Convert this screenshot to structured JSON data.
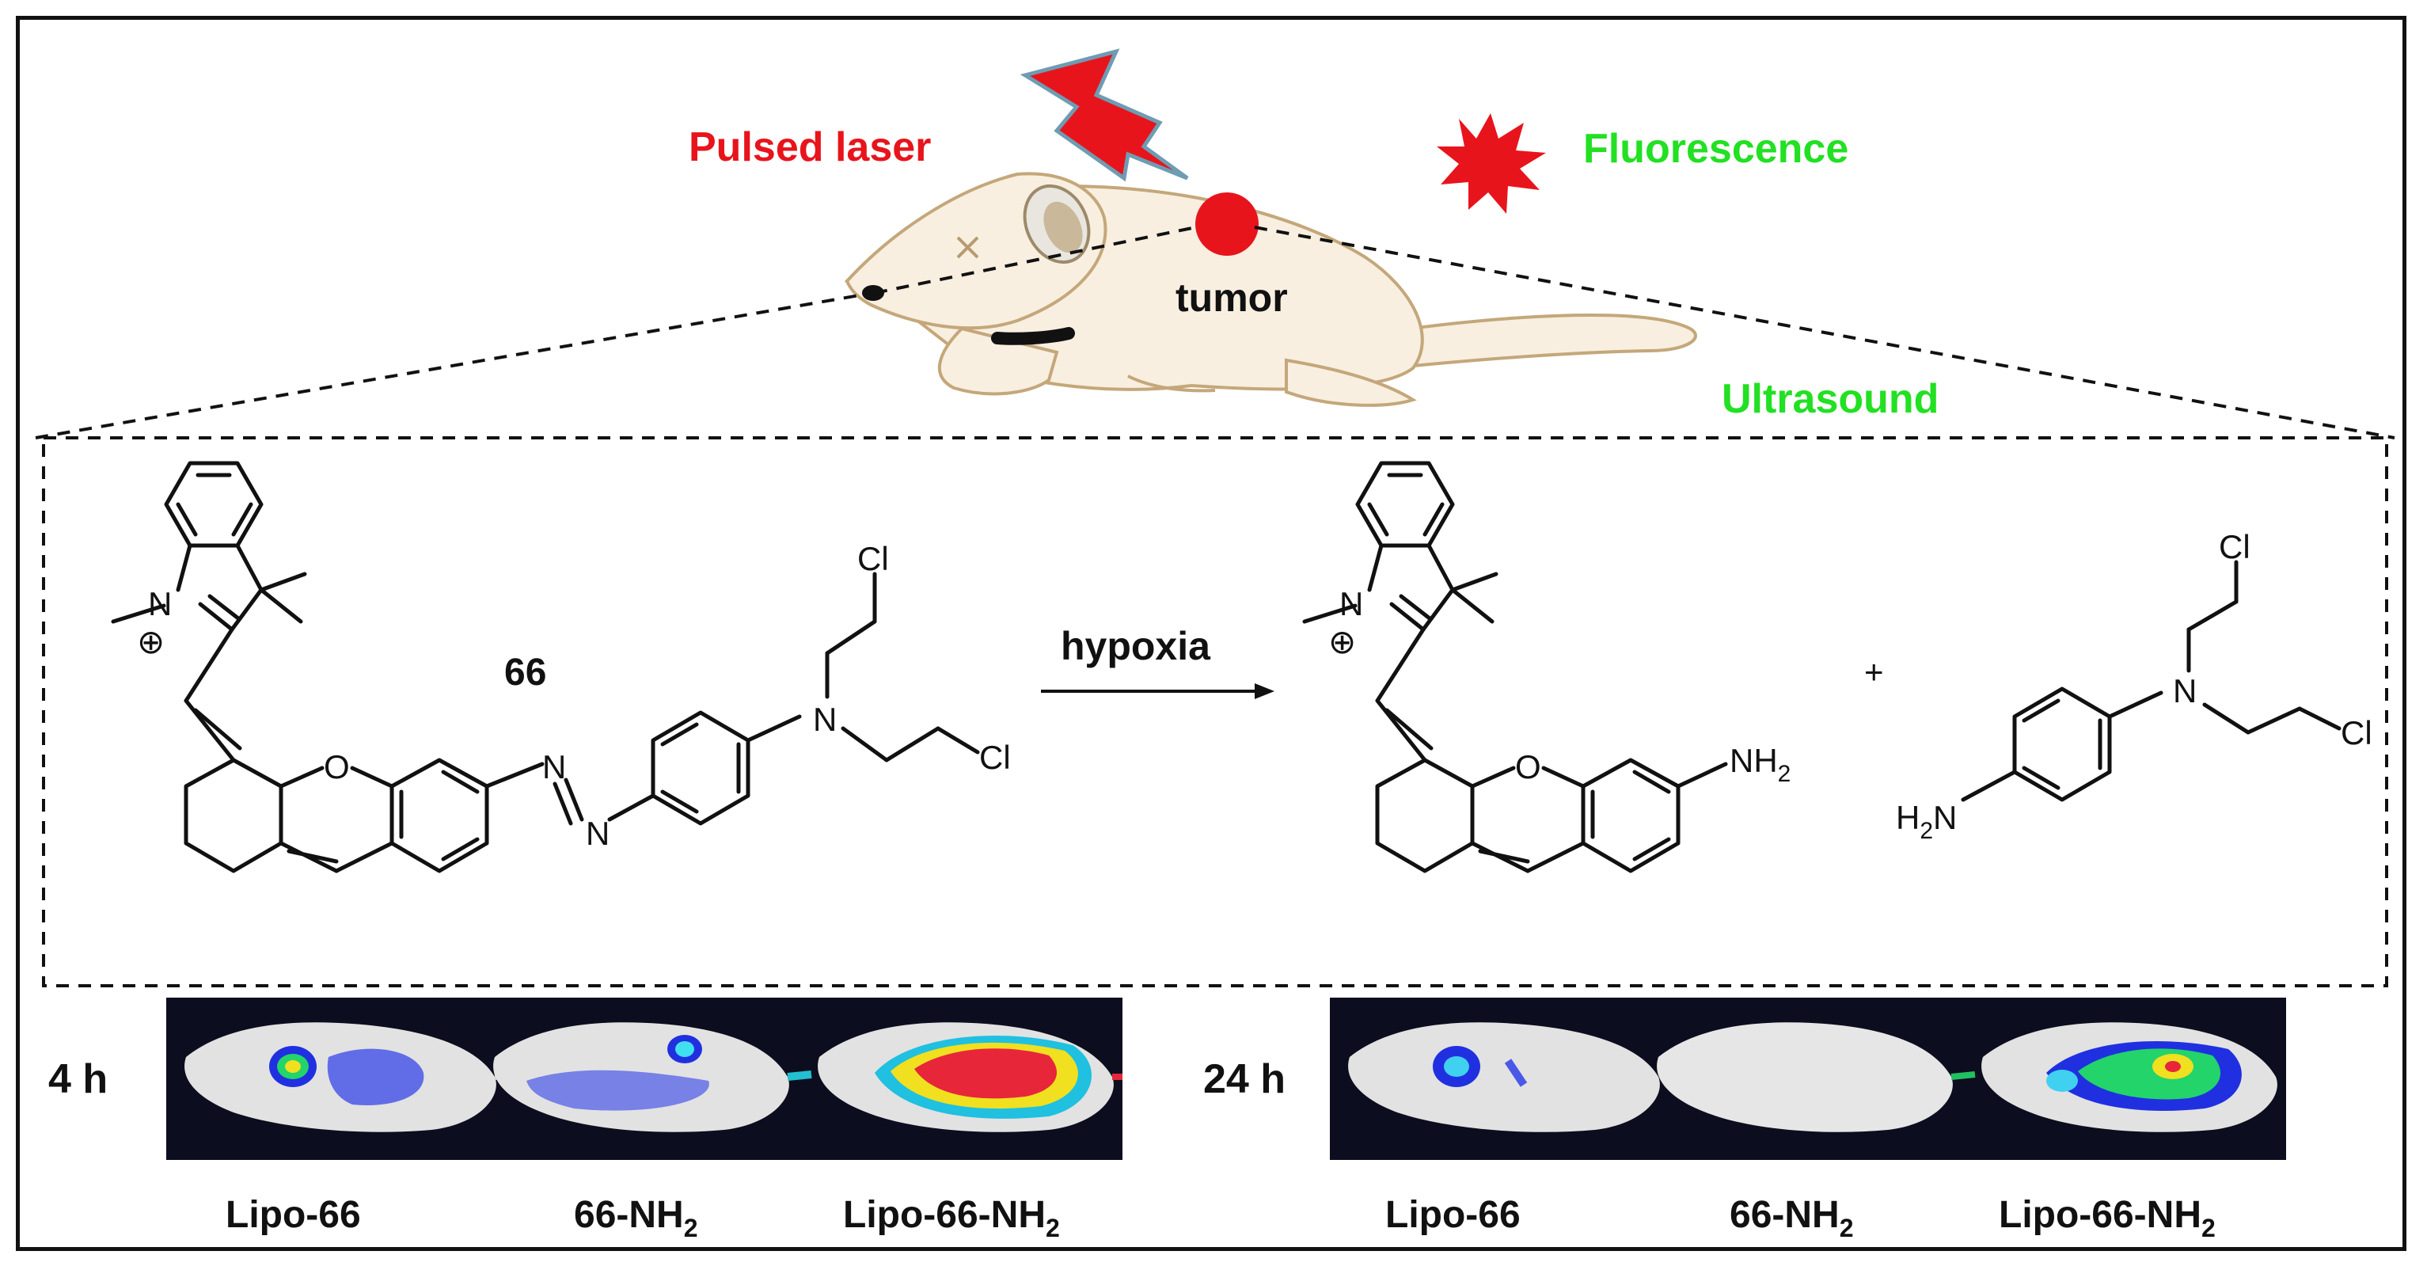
{
  "labels": {
    "pulsed_laser": "Pulsed laser",
    "fluorescence": "Fluorescence",
    "ultrasound": "Ultrasound",
    "tumor": "tumor",
    "compound": "66",
    "reaction_condition": "hypoxia",
    "plus": "+"
  },
  "atoms": {
    "n_plus_left": "N",
    "charge": "⊕",
    "o_left": "O",
    "n_azo_1": "N",
    "n_azo_2": "N",
    "n_amine_left": "N",
    "cl1_left": "Cl",
    "cl2_left": "Cl",
    "n_plus_right": "N",
    "o_right": "O",
    "nh2_right": "NH",
    "nh2_sub": "2",
    "n_amine_right": "N",
    "cl1_right": "Cl",
    "cl2_right": "Cl",
    "h2n_h": "H",
    "h2n_sub": "2",
    "h2n_n": "N"
  },
  "imaging": {
    "time_4h": "4 h",
    "time_24h": "24 h",
    "captions": [
      {
        "main": "Lipo-66",
        "sub": ""
      },
      {
        "main": "66-NH",
        "sub": "2"
      },
      {
        "main": "Lipo-66-NH",
        "sub": "2"
      },
      {
        "main": "Lipo-66",
        "sub": ""
      },
      {
        "main": "66-NH",
        "sub": "2"
      },
      {
        "main": "Lipo-66-NH",
        "sub": "2"
      }
    ]
  },
  "colors": {
    "laser_red": "#e8141c",
    "fluorescence_green": "#22e022",
    "mouse_body": "#f8efe0",
    "mouse_outline": "#c4a77a",
    "imaging_background": "#0c0d1e"
  }
}
